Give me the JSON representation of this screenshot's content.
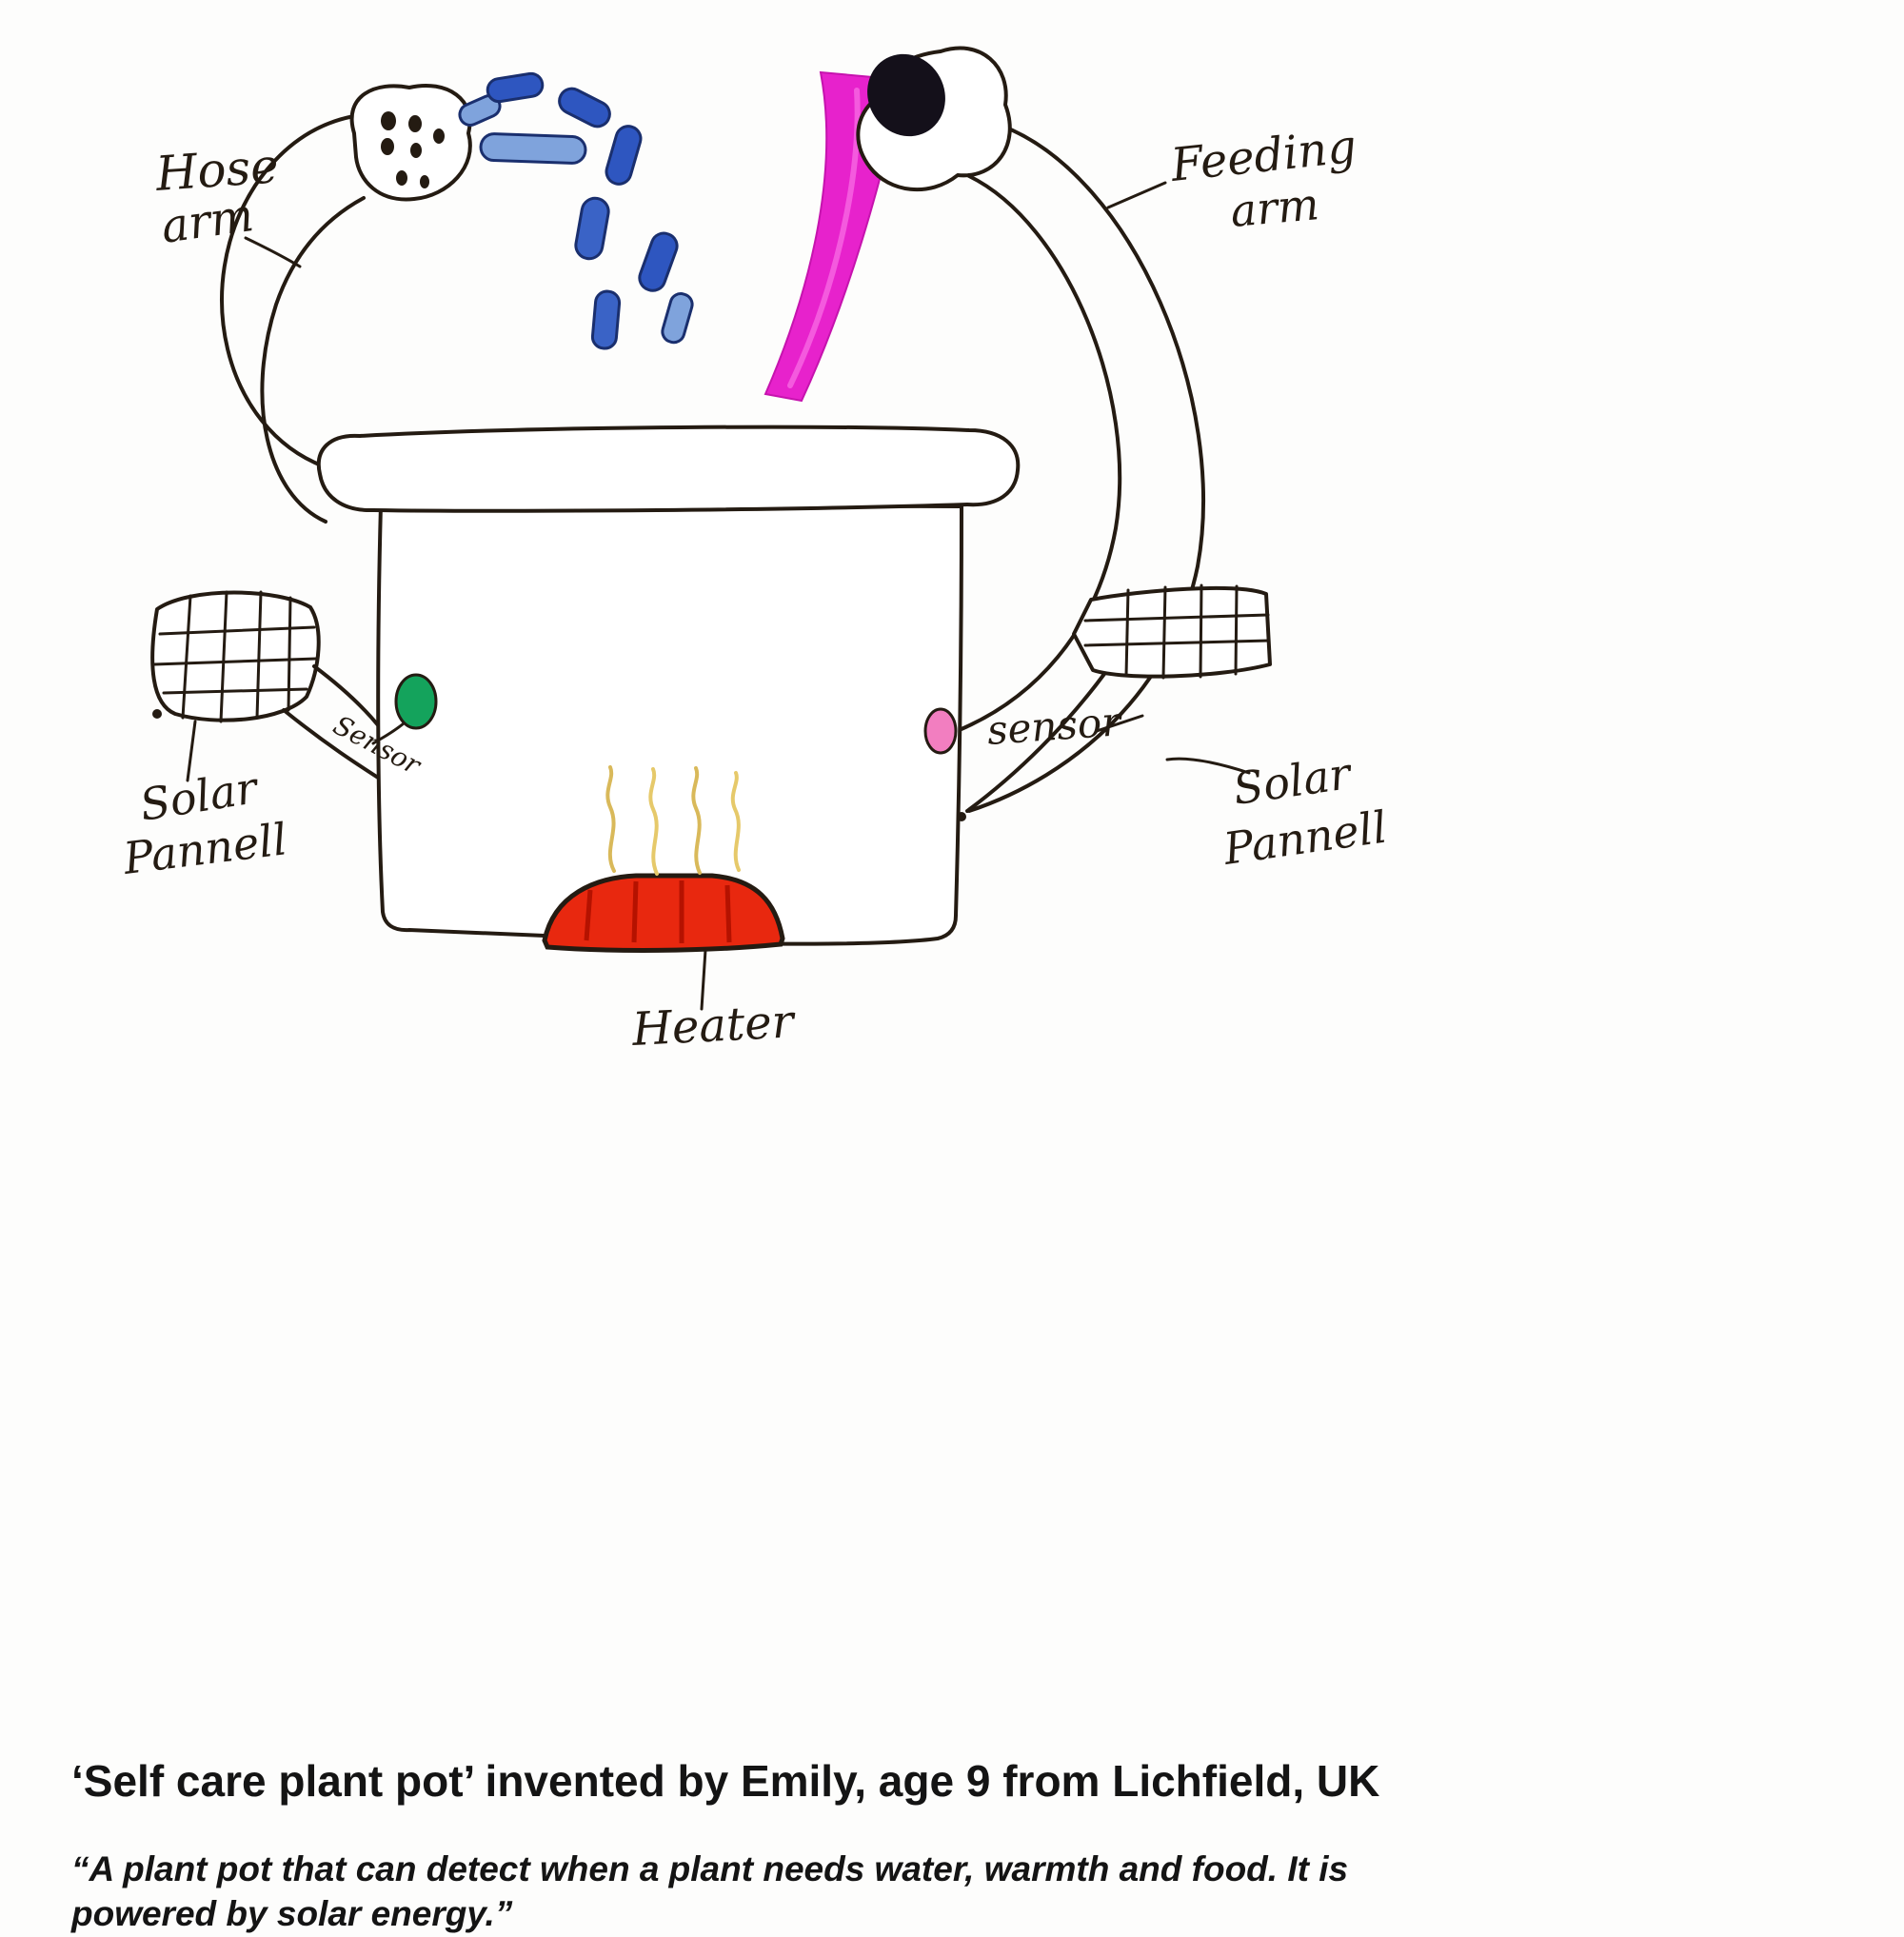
{
  "diagram": {
    "labels": {
      "hose_arm_line1": "Hose",
      "hose_arm_line2": "arm",
      "feeding_arm_line1": "Feeding",
      "feeding_arm_line2": "arm",
      "solar_left_line1": "Solar",
      "solar_left_line2": "Pannell",
      "solar_right_line1": "Solar",
      "solar_right_line2": "Pannell",
      "sensor_left": "Sensor",
      "sensor_right": "sensor",
      "heater": "Heater"
    },
    "colors": {
      "ink": "#241b12",
      "water_blue": "#2e56c0",
      "water_blue_light": "#7fa3dc",
      "feed_magenta": "#e722cc",
      "sensor_green": "#14a35c",
      "sensor_pink": "#f27ec0",
      "heater_red": "#e8280f",
      "heat_yellow": "#d9b95a"
    }
  },
  "caption": {
    "title": "‘Self care plant pot’ invented by Emily, age 9 from Lichfield, UK",
    "quote": "“A plant pot that can detect when a plant needs water, warmth and food. It is powered by solar energy.”"
  }
}
